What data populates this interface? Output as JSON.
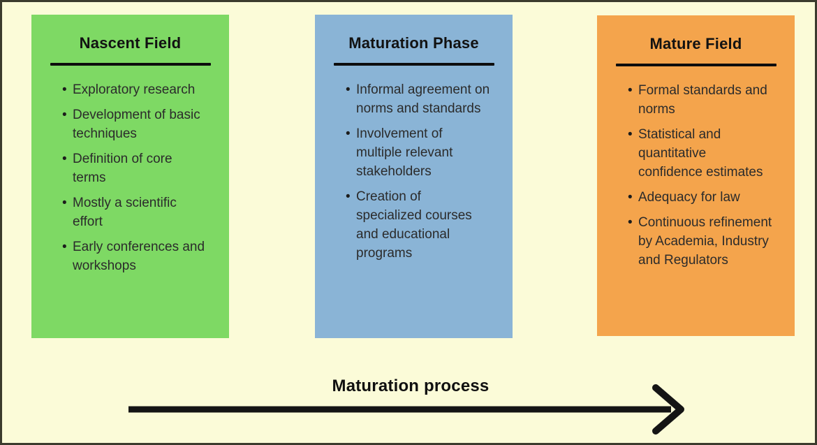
{
  "diagram": {
    "background_color": "#fbfbd8",
    "frame_color": "#3b3b2d",
    "title_color": "#121212",
    "body_text_color": "#2b2b2b",
    "arrow_color": "#141414",
    "stages": [
      {
        "title": "Nascent Field",
        "color": "#7ed964",
        "bullets": [
          "Exploratory research",
          "Development of basic techniques",
          "Definition of core terms",
          "Mostly a scientific effort",
          "Early conferences and workshops"
        ]
      },
      {
        "title": "Maturation Phase",
        "color": "#8ab4d6",
        "bullets": [
          "Informal agreement on norms and standards",
          "Involvement of multiple relevant stakeholders",
          "Creation of specialized courses and educational programs"
        ]
      },
      {
        "title": "Mature Field",
        "color": "#f4a44c",
        "bullets": [
          "Formal standards and norms",
          "Statistical and quantitative confidence estimates",
          "Adequacy for law",
          "Continuous refinement by Academia, Industry and Regulators"
        ]
      }
    ],
    "arrow_label": "Maturation process"
  }
}
